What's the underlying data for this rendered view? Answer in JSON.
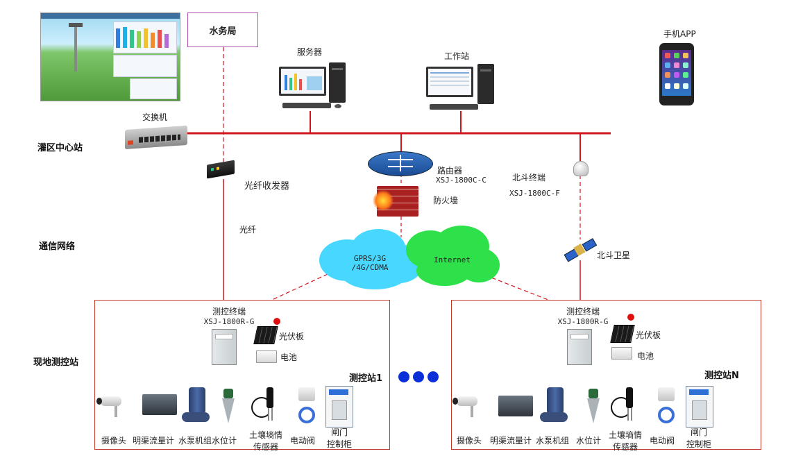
{
  "tiers": {
    "center": "灌区中心站",
    "network": "通信网络",
    "field": "现地测控站"
  },
  "top": {
    "water_bureau": "水务局",
    "server": "服务器",
    "workstation": "工作站",
    "phone_app": "手机APP",
    "switch": "交换机",
    "fiber_transceiver": "光纤收发器",
    "fiber": "光纤",
    "router": "路由器",
    "router_model": "XSJ-1800C-C",
    "firewall": "防火墙",
    "beidou_terminal": "北斗终端",
    "beidou_model": "XSJ-1800C-F",
    "beidou_satellite": "北斗卫星"
  },
  "clouds": {
    "gprs_line1": "GPRS/3G",
    "gprs_line2": "/4G/CDMA",
    "internet": "Internet"
  },
  "stations": [
    {
      "terminal": "测控终端",
      "terminal_model": "XSJ-1800R-G",
      "solar": "光伏板",
      "battery": "电池",
      "name": "测控站1",
      "devices": {
        "camera": "摄像头",
        "flowmeter": "明渠流量计",
        "pump": "水泵机组",
        "level": "水位计",
        "soil_line1": "土壤墒情",
        "soil_line2": "传感器",
        "valve": "电动阀",
        "gate_line1": "闸门",
        "gate_line2": "控制柜"
      }
    },
    {
      "terminal": "测控终端",
      "terminal_model": "XSJ-1800R-G",
      "solar": "光伏板",
      "battery": "电池",
      "name": "测控站N",
      "devices": {
        "camera": "摄像头",
        "flowmeter": "明渠流量计",
        "pump": "水泵机组",
        "level": "水位计",
        "soil_line1": "土壤墒情",
        "soil_line2": "传感器",
        "valve": "电动阀",
        "gate_line1": "闸门",
        "gate_line2": "控制柜"
      }
    }
  ]
}
